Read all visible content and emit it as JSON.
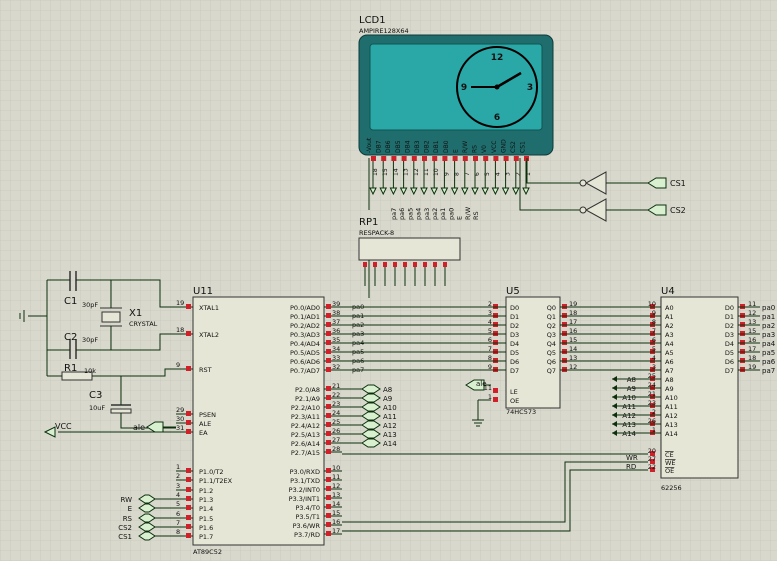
{
  "lcd": {
    "ref": "LCD1",
    "part": "AMPIRE128X64",
    "clock_numbers": [
      "12",
      "3",
      "6",
      "9"
    ],
    "pin_labels": [
      "-Vout",
      "DB7",
      "DB6",
      "DB5",
      "DB4",
      "DB3",
      "DB2",
      "DB1",
      "DB0",
      "E",
      "R/W",
      "RS",
      "V0",
      "VCC",
      "GND",
      "CS2",
      "CS1"
    ],
    "pin_numbers": [
      "18",
      "15",
      "14",
      "13",
      "12",
      "11",
      "10",
      "9",
      "8",
      "7",
      "6",
      "5",
      "4",
      "3",
      "2",
      "1"
    ],
    "bus_labels": [
      "pa7",
      "pa6",
      "pa5",
      "pa4",
      "pa3",
      "pa2",
      "pa1",
      "pa0",
      "E",
      "R/W",
      "RS"
    ]
  },
  "rp1": {
    "ref": "RP1",
    "part": "RESPACK-8"
  },
  "terminals": {
    "cs1": "CS1",
    "cs2": "CS2",
    "vcc": "VCC",
    "ale": "ale",
    "rw": "RW",
    "rd": "RD",
    "wr": "WR"
  },
  "passives": {
    "c1": {
      "ref": "C1",
      "value": "30pF"
    },
    "c2": {
      "ref": "C2",
      "value": "30pF"
    },
    "x1": {
      "ref": "X1",
      "value": "CRYSTAL"
    },
    "r1": {
      "ref": "R1",
      "value": "10k"
    },
    "c3": {
      "ref": "C3",
      "value": "10uF"
    }
  },
  "u11": {
    "ref": "U11",
    "part": "AT89C52",
    "left_pins": [
      {
        "num": "19",
        "label": "XTAL1"
      },
      {
        "num": "18",
        "label": "XTAL2"
      },
      {
        "num": "9",
        "label": "RST"
      },
      {
        "num": "29",
        "label": "PSEN"
      },
      {
        "num": "30",
        "label": "ALE"
      },
      {
        "num": "31",
        "label": "EA"
      },
      {
        "num": "1",
        "label": "P1.0/T2"
      },
      {
        "num": "2",
        "label": "P1.1/T2EX"
      },
      {
        "num": "3",
        "label": "P1.2"
      },
      {
        "num": "4",
        "label": "P1.3"
      },
      {
        "num": "5",
        "label": "P1.4"
      },
      {
        "num": "6",
        "label": "P1.5"
      },
      {
        "num": "7",
        "label": "P1.6"
      },
      {
        "num": "8",
        "label": "P1.7"
      }
    ],
    "p0_pins": [
      {
        "num": "39",
        "label": "P0.0/AD0",
        "net": "pa0"
      },
      {
        "num": "38",
        "label": "P0.1/AD1",
        "net": "pa1"
      },
      {
        "num": "37",
        "label": "P0.2/AD2",
        "net": "pa2"
      },
      {
        "num": "36",
        "label": "P0.3/AD3",
        "net": "pa3"
      },
      {
        "num": "35",
        "label": "P0.4/AD4",
        "net": "pa4"
      },
      {
        "num": "34",
        "label": "P0.5/AD5",
        "net": "pa5"
      },
      {
        "num": "33",
        "label": "P0.6/AD6",
        "net": "pa6"
      },
      {
        "num": "32",
        "label": "P0.7/AD7",
        "net": "pa7"
      }
    ],
    "p2_pins": [
      {
        "num": "21",
        "label": "P2.0/A8",
        "net": "A8"
      },
      {
        "num": "22",
        "label": "P2.1/A9",
        "net": "A9"
      },
      {
        "num": "23",
        "label": "P2.2/A10",
        "net": "A10"
      },
      {
        "num": "24",
        "label": "P2.3/A11",
        "net": "A11"
      },
      {
        "num": "25",
        "label": "P2.4/A12",
        "net": "A12"
      },
      {
        "num": "26",
        "label": "P2.5/A13",
        "net": "A13"
      },
      {
        "num": "27",
        "label": "P2.6/A14",
        "net": "A14"
      },
      {
        "num": "28",
        "label": "P2.7/A15",
        "net": ""
      }
    ],
    "p3_pins": [
      {
        "num": "10",
        "label": "P3.0/RXD"
      },
      {
        "num": "11",
        "label": "P3.1/TXD"
      },
      {
        "num": "12",
        "label": "P3.2/INT0"
      },
      {
        "num": "13",
        "label": "P3.3/INT1"
      },
      {
        "num": "14",
        "label": "P3.4/T0"
      },
      {
        "num": "15",
        "label": "P3.5/T1"
      },
      {
        "num": "16",
        "label": "P3.6/WR"
      },
      {
        "num": "17",
        "label": "P3.7/RD"
      }
    ],
    "p1_nets": [
      "RW",
      "E",
      "RS",
      "CS2",
      "CS1"
    ]
  },
  "u5": {
    "ref": "U5",
    "part": "74HC573",
    "d_pins": [
      {
        "num": "2",
        "label": "D0"
      },
      {
        "num": "3",
        "label": "D1"
      },
      {
        "num": "4",
        "label": "D2"
      },
      {
        "num": "5",
        "label": "D3"
      },
      {
        "num": "6",
        "label": "D4"
      },
      {
        "num": "7",
        "label": "D5"
      },
      {
        "num": "8",
        "label": "D6"
      },
      {
        "num": "9",
        "label": "D7"
      }
    ],
    "q_pins": [
      {
        "num": "19",
        "label": "Q0"
      },
      {
        "num": "18",
        "label": "Q1"
      },
      {
        "num": "17",
        "label": "Q2"
      },
      {
        "num": "16",
        "label": "Q3"
      },
      {
        "num": "15",
        "label": "Q4"
      },
      {
        "num": "14",
        "label": "Q5"
      },
      {
        "num": "13",
        "label": "Q6"
      },
      {
        "num": "12",
        "label": "Q7"
      }
    ],
    "le": {
      "num": "11",
      "label": "LE"
    },
    "oe": {
      "num": "1",
      "label": "OE"
    }
  },
  "u4": {
    "ref": "U4",
    "part": "62256",
    "a_pins": [
      {
        "num": "10",
        "label": "A0"
      },
      {
        "num": "9",
        "label": "A1"
      },
      {
        "num": "8",
        "label": "A2"
      },
      {
        "num": "7",
        "label": "A3"
      },
      {
        "num": "6",
        "label": "A4"
      },
      {
        "num": "5",
        "label": "A5"
      },
      {
        "num": "4",
        "label": "A6"
      },
      {
        "num": "3",
        "label": "A7"
      },
      {
        "num": "25",
        "label": "A8",
        "net": "A8"
      },
      {
        "num": "24",
        "label": "A9",
        "net": "A9"
      },
      {
        "num": "21",
        "label": "A10",
        "net": "A10"
      },
      {
        "num": "23",
        "label": "A11",
        "net": "A11"
      },
      {
        "num": "2",
        "label": "A12",
        "net": "A12"
      },
      {
        "num": "26",
        "label": "A13",
        "net": "A13"
      },
      {
        "num": "1",
        "label": "A14",
        "net": "A14"
      }
    ],
    "d_pins": [
      {
        "num": "11",
        "label": "D0",
        "net": "pa0"
      },
      {
        "num": "12",
        "label": "D1",
        "net": "pa1"
      },
      {
        "num": "13",
        "label": "D2",
        "net": "pa2"
      },
      {
        "num": "15",
        "label": "D3",
        "net": "pa3"
      },
      {
        "num": "16",
        "label": "D4",
        "net": "pa4"
      },
      {
        "num": "17",
        "label": "D5",
        "net": "pa5"
      },
      {
        "num": "18",
        "label": "D6",
        "net": "pa6"
      },
      {
        "num": "19",
        "label": "D7",
        "net": "pa7"
      }
    ],
    "ctrl_pins": [
      {
        "num": "20",
        "label": "CE"
      },
      {
        "num": "27",
        "label": "WE",
        "net": "WR"
      },
      {
        "num": "22",
        "label": "OE",
        "net": "RD"
      }
    ]
  },
  "colors": {
    "background": "#d8d8cc",
    "grid": "#c2c2b6",
    "wire": "#0b2f0b",
    "chip_fill": "#e6e6d6",
    "chip_border": "#333333",
    "lcd_bezel": "#1f6d6d",
    "lcd_screen": "#2aa7a7",
    "pin_red": "#d0202a",
    "pin_blue": "#1c3ae0",
    "terminal_fill": "#d8f0d0"
  }
}
